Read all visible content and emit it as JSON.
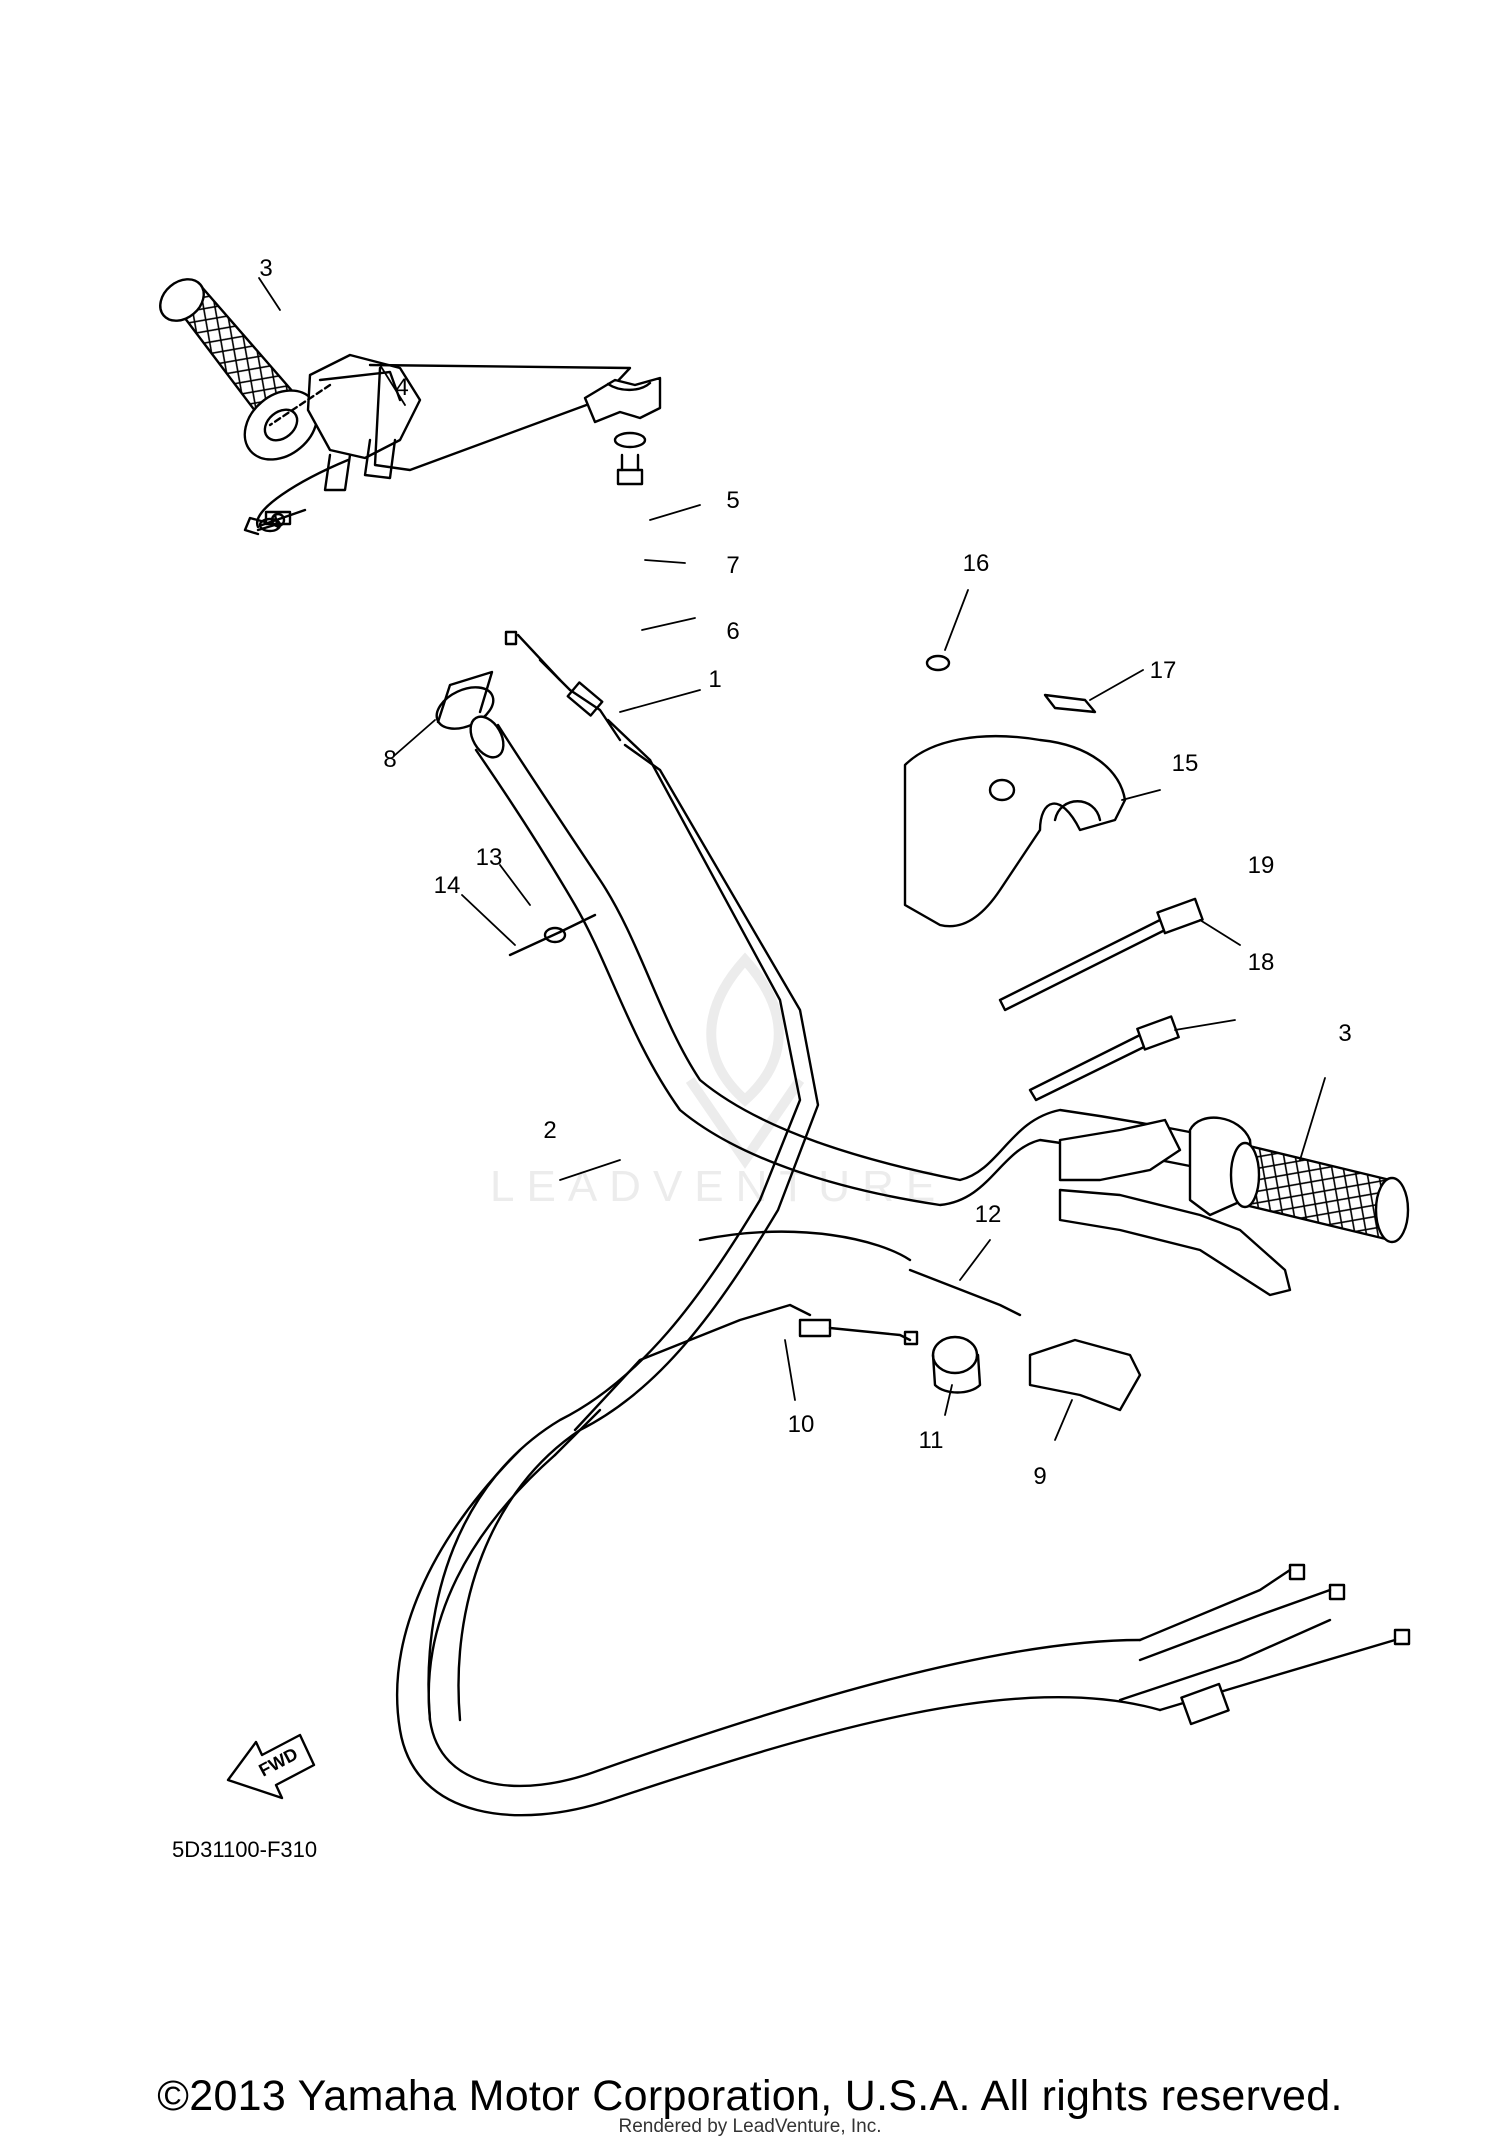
{
  "diagram": {
    "drawing_code": "5D31100-F310",
    "fwd_label": "FWD",
    "watermark": "LEADVENTURE",
    "copyright": "©2013 Yamaha Motor Corporation, U.S.A. All rights reserved.",
    "rendered_by": "Rendered by LeadVenture, Inc."
  },
  "callouts": [
    "1",
    "2",
    "3",
    "3",
    "4",
    "5",
    "6",
    "7",
    "8",
    "9",
    "10",
    "11",
    "12",
    "13",
    "14",
    "15",
    "16",
    "17",
    "18",
    "19"
  ],
  "colors": {
    "line": "#000000",
    "watermark": "#ececec",
    "background": "#ffffff"
  }
}
